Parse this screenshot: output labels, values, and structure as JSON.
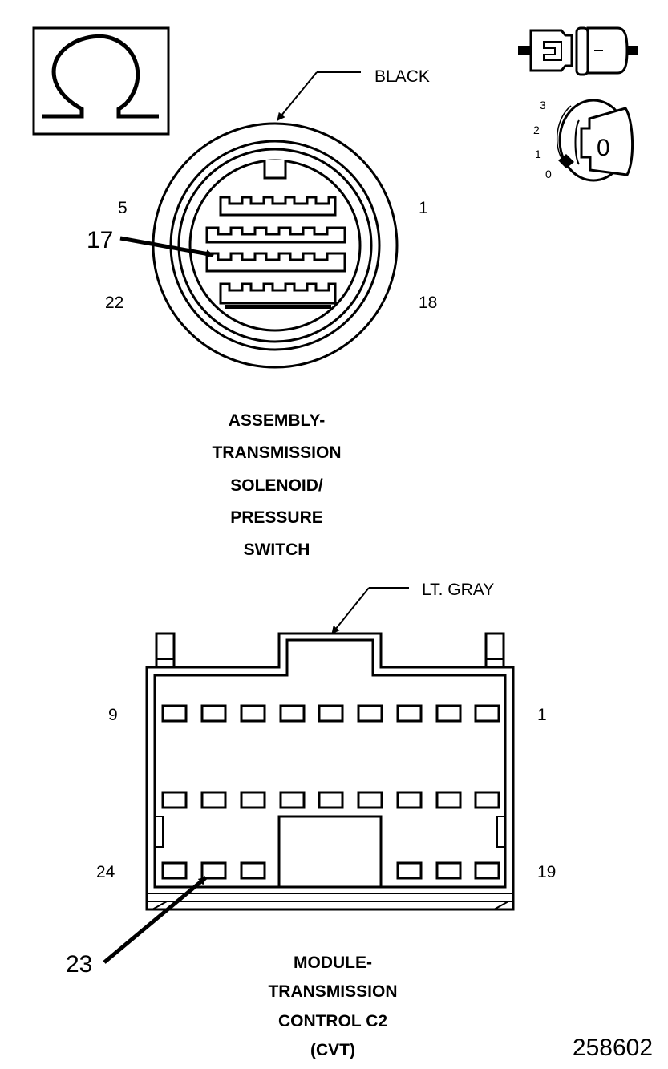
{
  "icons": {
    "ohm_meter": "ohm-symbol-icon",
    "connector_view": "connector-disconnect-icon",
    "ignition": "ignition-key-icon"
  },
  "ignition": {
    "positions": [
      "3",
      "2",
      "1",
      "0"
    ],
    "key_label": "0"
  },
  "connector_top": {
    "color_label": "BLACK",
    "pins": {
      "top_left": "5",
      "top_right": "1",
      "bottom_left": "22",
      "bottom_right": "18",
      "callout": "17"
    },
    "title_lines": [
      "ASSEMBLY-",
      "TRANSMISSION",
      "SOLENOID/",
      "PRESSURE",
      "SWITCH"
    ]
  },
  "connector_bottom": {
    "color_label": "LT. GRAY",
    "pins": {
      "row1_left": "9",
      "row1_right": "1",
      "row3_left": "24",
      "row3_right": "19",
      "callout": "23"
    },
    "title_lines": [
      "MODULE-",
      "TRANSMISSION",
      "CONTROL C2",
      "(CVT)"
    ]
  },
  "figure_number": "258602"
}
